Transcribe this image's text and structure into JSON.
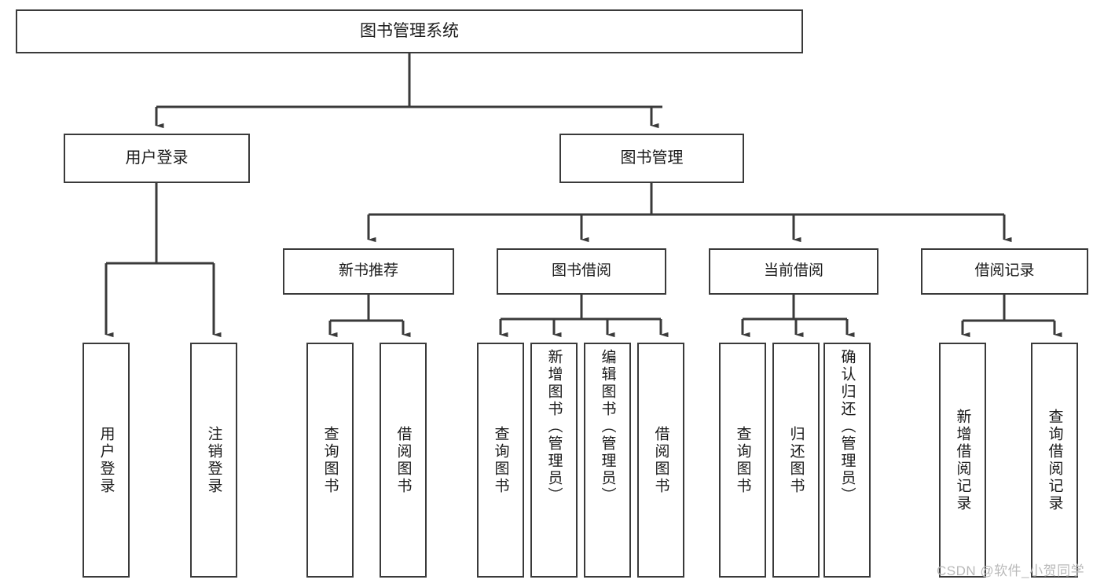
{
  "diagram": {
    "type": "tree-hierarchy-chart",
    "title": "图书管理系统",
    "colors": {
      "box_border": "#3a3a3a",
      "box_fill": "#ffffff",
      "edge": "#3a3a3a",
      "text": "#1a1a1a",
      "watermark": "#b9b9b9"
    },
    "levels": {
      "root": {
        "label": "图书管理系统"
      },
      "level1": [
        {
          "id": "user-login",
          "label": "用户登录"
        },
        {
          "id": "book-management",
          "label": "图书管理"
        }
      ],
      "level2": [
        {
          "id": "new-book-recommend",
          "label": "新书推荐",
          "parent": "book-management"
        },
        {
          "id": "book-borrow",
          "label": "图书借阅",
          "parent": "book-management"
        },
        {
          "id": "current-borrow",
          "label": "当前借阅",
          "parent": "book-management"
        },
        {
          "id": "borrow-record",
          "label": "借阅记录",
          "parent": "book-management"
        }
      ],
      "leaves": [
        {
          "id": "leaf-user-login",
          "label": "用户登录",
          "parent": "user-login"
        },
        {
          "id": "leaf-logout",
          "label": "注销登录",
          "parent": "user-login"
        },
        {
          "id": "leaf-query-book-1",
          "label": "查询图书",
          "parent": "new-book-recommend"
        },
        {
          "id": "leaf-borrow-book-1",
          "label": "借阅图书",
          "parent": "new-book-recommend"
        },
        {
          "id": "leaf-query-book-2",
          "label": "查询图书",
          "parent": "book-borrow"
        },
        {
          "id": "leaf-add-book",
          "label": "新增图书（管理员）",
          "parent": "book-borrow"
        },
        {
          "id": "leaf-edit-book",
          "label": "编辑图书（管理员）",
          "parent": "book-borrow"
        },
        {
          "id": "leaf-borrow-book-2",
          "label": "借阅图书",
          "parent": "book-borrow"
        },
        {
          "id": "leaf-query-book-3",
          "label": "查询图书",
          "parent": "current-borrow"
        },
        {
          "id": "leaf-return-book",
          "label": "归还图书",
          "parent": "current-borrow"
        },
        {
          "id": "leaf-confirm-return",
          "label": "确认归还（管理员）",
          "parent": "current-borrow"
        },
        {
          "id": "leaf-add-record",
          "label": "新增借阅记录",
          "parent": "borrow-record"
        },
        {
          "id": "leaf-query-record",
          "label": "查询借阅记录",
          "parent": "borrow-record"
        }
      ]
    }
  },
  "watermark": {
    "text": "CSDN @软件_小贺同学"
  }
}
